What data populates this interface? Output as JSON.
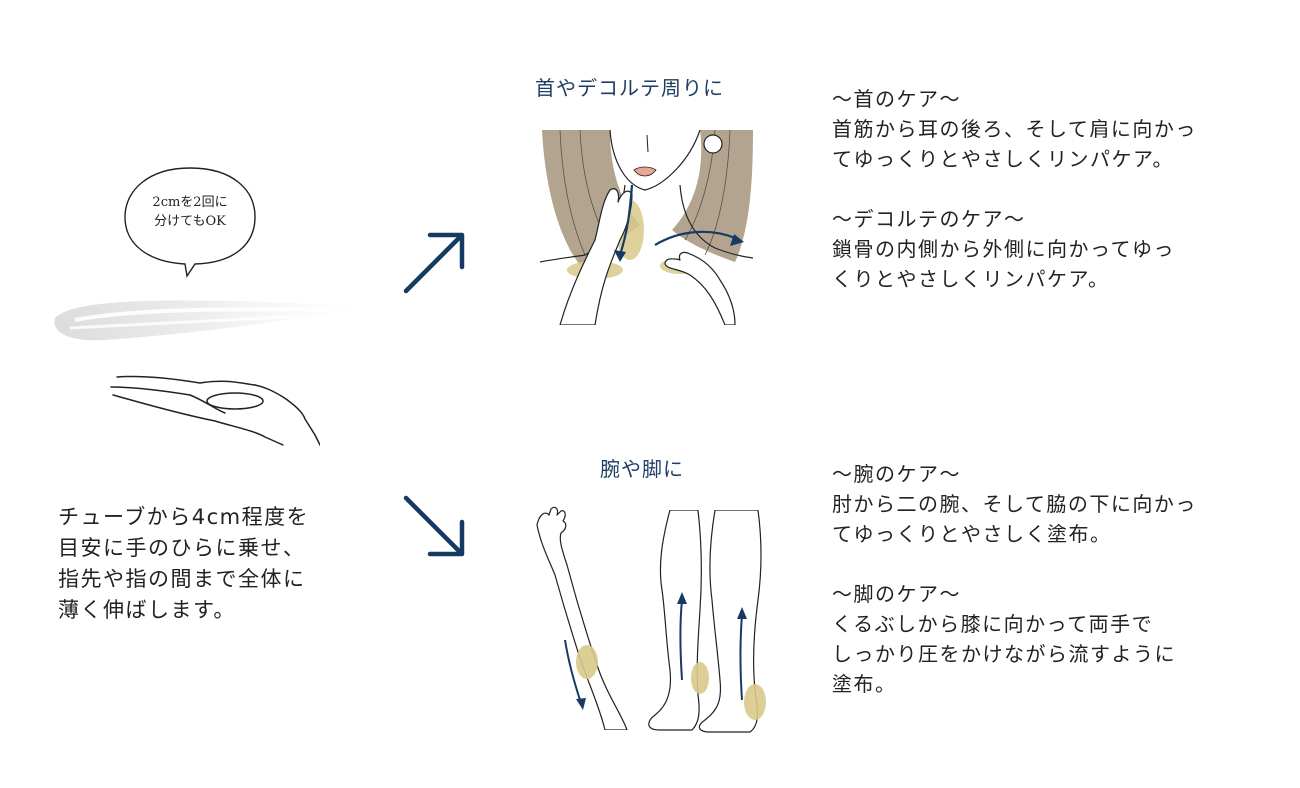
{
  "colors": {
    "accent_navy": "#173a63",
    "highlight_gold": "#d8c98a",
    "hair_taupe": "#b3a48f",
    "lip_pink": "#e8a598"
  },
  "bubble": {
    "line1": "2cmを2回に",
    "line2": "分けてもOK"
  },
  "intro": {
    "lines": [
      "チューブから4cm程度を",
      "目安に手のひらに乗せ、",
      "指先や指の間まで全体に",
      "薄く伸ばします。"
    ]
  },
  "neck_section": {
    "title": "首やデコルテ周りに",
    "neck_care": {
      "heading": "〜首のケア〜",
      "lines": [
        "首筋から耳の後ろ、そして肩に向かっ",
        "てゆっくりとやさしくリンパケア。"
      ]
    },
    "decollete_care": {
      "heading": "〜デコルテのケア〜",
      "lines": [
        "鎖骨の内側から外側に向かってゆっ",
        "くりとやさしくリンパケア。"
      ]
    }
  },
  "limb_section": {
    "title": "腕や脚に",
    "arm_care": {
      "heading": "〜腕のケア〜",
      "lines": [
        "肘から二の腕、そして脇の下に向かっ",
        "てゆっくりとやさしく塗布。"
      ]
    },
    "leg_care": {
      "heading": "〜脚のケア〜",
      "lines": [
        "くるぶしから膝に向かって両手で",
        "しっかり圧をかけながら流すように",
        "塗布。"
      ]
    }
  },
  "icons": {
    "arrow_up": "arrow-up-right-icon",
    "arrow_down": "arrow-down-right-icon"
  }
}
